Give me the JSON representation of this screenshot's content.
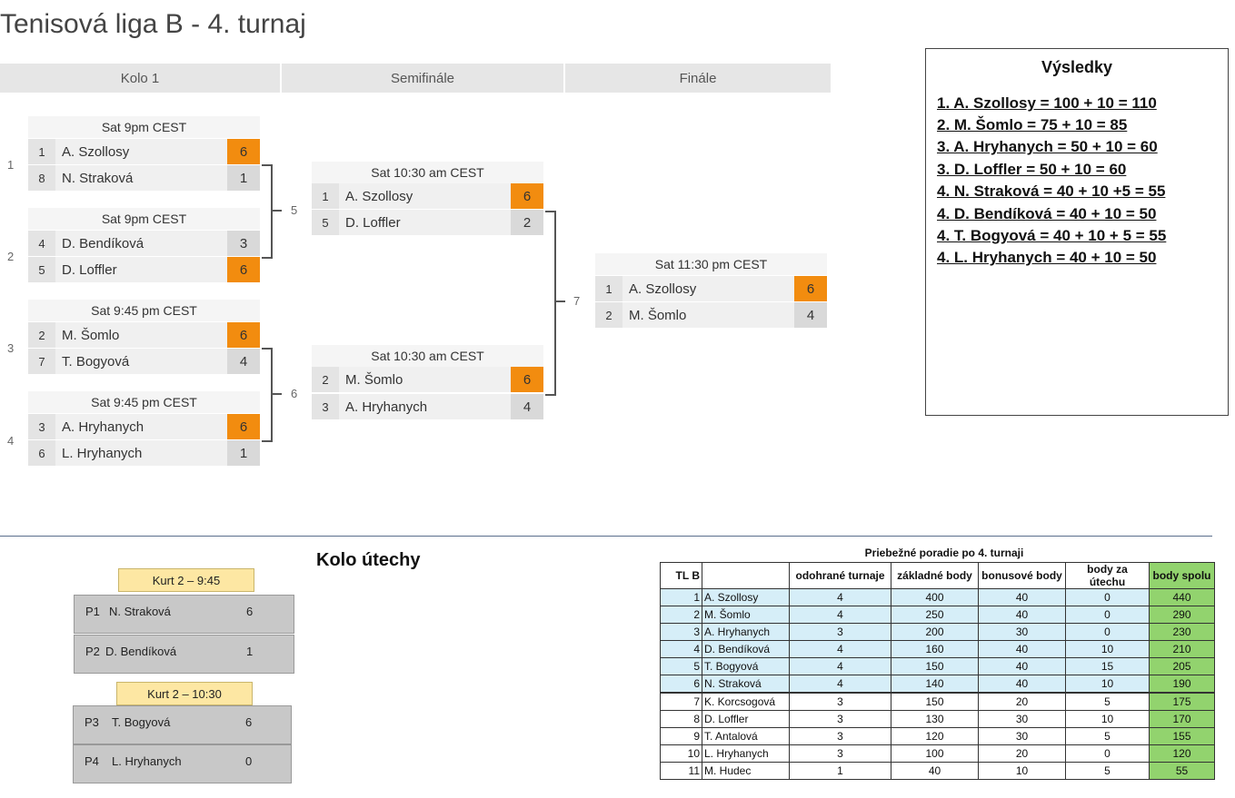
{
  "page_title": "Tenisová liga B - 4. turnaj",
  "rounds": [
    "Kolo 1",
    "Semifinále",
    "Finále"
  ],
  "round1": {
    "matches": [
      {
        "num": "1",
        "time": "Sat 9pm CEST",
        "players": [
          {
            "seed": "1",
            "name": "A. Szollosy",
            "score": "6",
            "win": true
          },
          {
            "seed": "8",
            "name": "N. Straková",
            "score": "1",
            "win": false
          }
        ]
      },
      {
        "num": "2",
        "time": "Sat 9pm CEST",
        "players": [
          {
            "seed": "4",
            "name": "D. Bendíková",
            "score": "3",
            "win": false
          },
          {
            "seed": "5",
            "name": "D. Loffler",
            "score": "6",
            "win": true
          }
        ]
      },
      {
        "num": "3",
        "time": "Sat 9:45 pm CEST",
        "players": [
          {
            "seed": "2",
            "name": "M. Šomlo",
            "score": "6",
            "win": true
          },
          {
            "seed": "7",
            "name": "T. Bogyová",
            "score": "4",
            "win": false
          }
        ]
      },
      {
        "num": "4",
        "time": "Sat 9:45 pm CEST",
        "players": [
          {
            "seed": "3",
            "name": "A. Hryhanych",
            "score": "6",
            "win": true
          },
          {
            "seed": "6",
            "name": "L. Hryhanych",
            "score": "1",
            "win": false
          }
        ]
      }
    ]
  },
  "semifinal": {
    "matches": [
      {
        "num": "5",
        "time": "Sat 10:30 am CEST",
        "players": [
          {
            "seed": "1",
            "name": "A. Szollosy",
            "score": "6",
            "win": true
          },
          {
            "seed": "5",
            "name": "D. Loffler",
            "score": "2",
            "win": false
          }
        ]
      },
      {
        "num": "6",
        "time": "Sat 10:30 am CEST",
        "players": [
          {
            "seed": "2",
            "name": "M. Šomlo",
            "score": "6",
            "win": true
          },
          {
            "seed": "3",
            "name": "A. Hryhanych",
            "score": "4",
            "win": false
          }
        ]
      }
    ]
  },
  "final": {
    "matches": [
      {
        "num": "7",
        "time": "Sat 11:30 pm CEST",
        "players": [
          {
            "seed": "1",
            "name": "A. Szollosy",
            "score": "6",
            "win": true
          },
          {
            "seed": "2",
            "name": "M. Šomlo",
            "score": "4",
            "win": false
          }
        ]
      }
    ]
  },
  "results": {
    "title": "Výsledky",
    "lines": [
      "1. A. Szollosy = 100 + 10 = 110",
      "2. M. Šomlo = 75 + 10 = 85",
      "3. A. Hryhanych = 50 + 10 = 60",
      "3. D. Loffler = 50 + 10 = 60",
      "4. N. Straková = 40 + 10 +5 = 55",
      "4. D. Bendíková = 40 + 10 = 50",
      "4. T. Bogyová = 40 + 10 + 5 = 55",
      "4. L. Hryhanych = 40 + 10 = 50"
    ]
  },
  "consolation": {
    "title": "Kolo útechy",
    "courts": [
      {
        "label": "Kurt 2 – 9:45",
        "slots": [
          {
            "pos": "P1",
            "name": "N. Straková",
            "score": "6"
          },
          {
            "pos": "P2",
            "name": "D. Bendíková",
            "score": "1"
          }
        ]
      },
      {
        "label": "Kurt 2 – 10:30",
        "slots": [
          {
            "pos": "P3",
            "name": "T. Bogyová",
            "score": "6"
          },
          {
            "pos": "P4",
            "name": "L. Hryhanych",
            "score": "0"
          }
        ]
      }
    ]
  },
  "standings": {
    "title": "Priebežné poradie po 4. turnaji",
    "headers": [
      "TL B",
      "",
      "odohrané turnaje",
      "základné body",
      "bonusové body",
      "body za útechu",
      "body spolu"
    ],
    "rows": [
      [
        "1",
        "A. Szollosy",
        "4",
        "400",
        "40",
        "0",
        "440"
      ],
      [
        "2",
        "M. Šomlo",
        "4",
        "250",
        "40",
        "0",
        "290"
      ],
      [
        "3",
        "A. Hryhanych",
        "3",
        "200",
        "30",
        "0",
        "230"
      ],
      [
        "4",
        "D. Bendíková",
        "4",
        "160",
        "40",
        "10",
        "210"
      ],
      [
        "5",
        "T. Bogyová",
        "4",
        "150",
        "40",
        "15",
        "205"
      ],
      [
        "6",
        "N. Straková",
        "4",
        "140",
        "40",
        "10",
        "190"
      ],
      [
        "7",
        "K. Korcsogová",
        "3",
        "150",
        "20",
        "5",
        "175"
      ],
      [
        "8",
        "D. Loffler",
        "3",
        "130",
        "30",
        "10",
        "170"
      ],
      [
        "9",
        "T. Antalová",
        "3",
        "120",
        "30",
        "5",
        "155"
      ],
      [
        "10",
        "L. Hryhanych",
        "3",
        "100",
        "20",
        "0",
        "120"
      ],
      [
        "11",
        "M. Hudec",
        "1",
        "40",
        "10",
        "5",
        "55"
      ]
    ],
    "highlight_colors": {
      "top_rows": "#d6eef8",
      "total_column": "#92d36e",
      "winner_score": "#f28c0f"
    }
  }
}
